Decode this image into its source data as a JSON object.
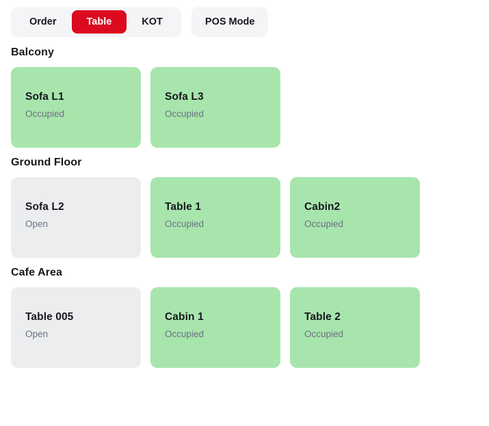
{
  "colors": {
    "accent_red": "#db0a1e",
    "occupied_green": "#a8e5ad",
    "open_gray": "#ecedef",
    "tabbar_gray": "#f4f5f7",
    "text_dark": "#16181c",
    "text_muted": "#6b7280"
  },
  "topbar": {
    "tabs": [
      {
        "label": "Order",
        "active": false
      },
      {
        "label": "Table",
        "active": true
      },
      {
        "label": "KOT",
        "active": false
      }
    ],
    "pos_mode_label": "POS Mode"
  },
  "sections": [
    {
      "title": "Balcony",
      "cards": [
        {
          "name": "Sofa L1",
          "status": "Occupied",
          "state": "occupied"
        },
        {
          "name": "Sofa L3",
          "status": "Occupied",
          "state": "occupied"
        }
      ]
    },
    {
      "title": "Ground Floor",
      "cards": [
        {
          "name": "Sofa L2",
          "status": "Open",
          "state": "open"
        },
        {
          "name": "Table 1",
          "status": "Occupied",
          "state": "occupied"
        },
        {
          "name": "Cabin2",
          "status": "Occupied",
          "state": "occupied"
        }
      ]
    },
    {
      "title": "Cafe Area",
      "cards": [
        {
          "name": "Table 005",
          "status": "Open",
          "state": "open"
        },
        {
          "name": "Cabin 1",
          "status": "Occupied",
          "state": "occupied"
        },
        {
          "name": "Table 2",
          "status": "Occupied",
          "state": "occupied"
        }
      ]
    }
  ]
}
